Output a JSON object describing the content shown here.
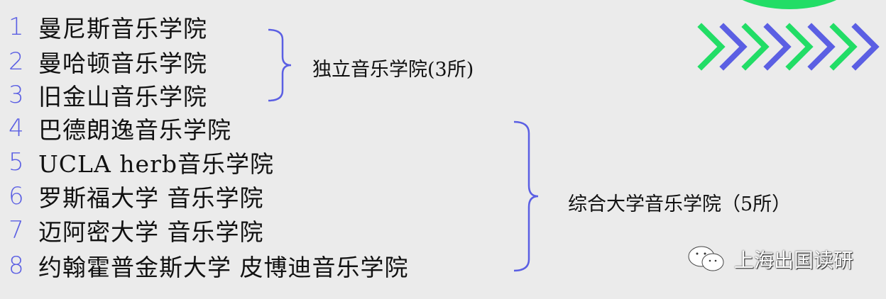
{
  "items": [
    {
      "num": "1",
      "text": "曼尼斯音乐学院"
    },
    {
      "num": "2",
      "text": "曼哈顿音乐学院"
    },
    {
      "num": "3",
      "text": "旧金山音乐学院"
    },
    {
      "num": "4",
      "text": "巴德朗逸音乐学院"
    },
    {
      "num": "5",
      "text": "UCLA herb音乐学院"
    },
    {
      "num": "6",
      "text": "罗斯福大学 音乐学院"
    },
    {
      "num": "7",
      "text": "迈阿密大学 音乐学院"
    },
    {
      "num": "8",
      "text": "约翰霍普金斯大学 皮博迪音乐学院"
    }
  ],
  "groups": [
    {
      "label": "独立音乐学院(3所)"
    },
    {
      "label": "综合大学音乐学院（5所）"
    }
  ],
  "watermark": {
    "text": "上海出国读研",
    "icon": "wechat-icon"
  },
  "colors": {
    "accent_blue": "#5b5fe3",
    "accent_green": "#22dd66",
    "background": "#ebebeb"
  }
}
